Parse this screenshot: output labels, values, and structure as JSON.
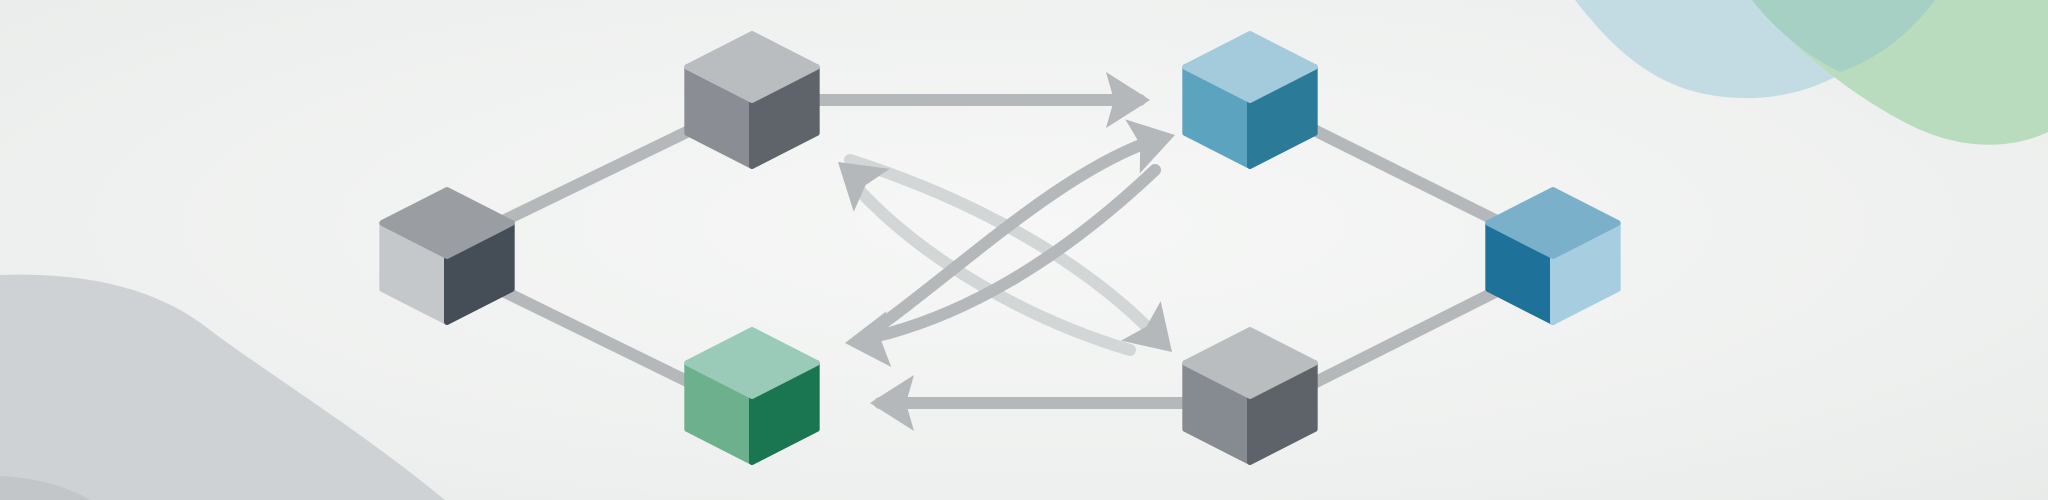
{
  "diagram": {
    "type": "directed-graph",
    "style": "isometric-cubes",
    "nodes": [
      {
        "id": "source",
        "shape": "cube",
        "palette": "gray-dark",
        "colors": {
          "top": "#9a9ea2",
          "left": "#c5c8cb",
          "right": "#454d57"
        }
      },
      {
        "id": "upper-left",
        "shape": "cube",
        "palette": "gray",
        "colors": {
          "top": "#babdc0",
          "left": "#8a8e94",
          "right": "#5f646b"
        }
      },
      {
        "id": "lower-left",
        "shape": "cube",
        "palette": "green",
        "colors": {
          "top": "#99cbb8",
          "left": "#6cb08d",
          "right": "#1a7650"
        }
      },
      {
        "id": "upper-right",
        "shape": "cube",
        "palette": "blue",
        "colors": {
          "top": "#a3cbdc",
          "left": "#5ca3c0",
          "right": "#2b7a98"
        }
      },
      {
        "id": "lower-right",
        "shape": "cube",
        "palette": "gray",
        "colors": {
          "top": "#babdc0",
          "left": "#868b91",
          "right": "#5e636a"
        }
      },
      {
        "id": "sink",
        "shape": "cube",
        "palette": "blue-mixed",
        "colors": {
          "top": "#7ab0ca",
          "left": "#1e7198",
          "right": "#a7cde0"
        }
      }
    ],
    "edges": [
      {
        "from": "source",
        "to": "upper-left",
        "arrow": false
      },
      {
        "from": "source",
        "to": "lower-left",
        "arrow": false
      },
      {
        "from": "upper-left",
        "to": "upper-right",
        "arrow": true
      },
      {
        "from": "lower-right",
        "to": "lower-left",
        "arrow": true
      },
      {
        "from": "upper-left",
        "to": "lower-right",
        "arrow": true,
        "curved": true
      },
      {
        "from": "lower-right",
        "to": "upper-left",
        "arrow": true,
        "curved": true
      },
      {
        "from": "lower-left",
        "to": "upper-right",
        "arrow": true,
        "curved": true
      },
      {
        "from": "upper-right",
        "to": "lower-left",
        "arrow": true,
        "curved": true
      },
      {
        "from": "upper-right",
        "to": "sink",
        "arrow": false
      },
      {
        "from": "lower-right",
        "to": "sink",
        "arrow": false
      }
    ],
    "edge_color": "#b4b8ba",
    "edge_color_light": "#d3d6d7"
  },
  "background": {
    "base": "#f1f2f1",
    "blob_left": "#cfd2d4",
    "blob_top_right_blue": "#c3dce4",
    "blob_top_right_green": "#b8dcbd"
  }
}
